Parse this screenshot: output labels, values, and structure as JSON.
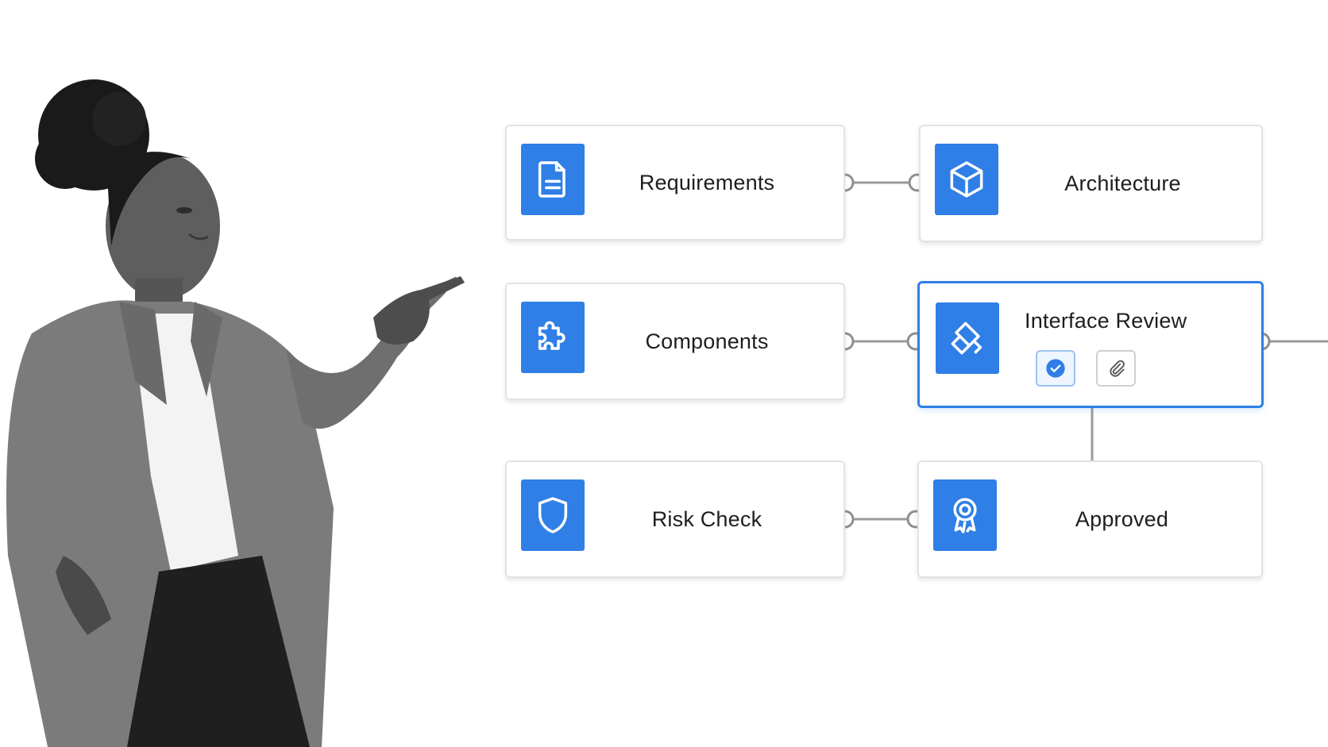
{
  "nodes": [
    {
      "id": "requirements",
      "label": "Requirements",
      "icon": "document-icon"
    },
    {
      "id": "architecture",
      "label": "Architecture",
      "icon": "cube-icon"
    },
    {
      "id": "components",
      "label": "Components",
      "icon": "puzzle-icon"
    },
    {
      "id": "interface-review",
      "label": "Interface Review",
      "icon": "layers-icon",
      "selected": true,
      "chips": [
        {
          "icon": "checkmark-circle-icon",
          "active": true
        },
        {
          "icon": "paperclip-icon",
          "active": false
        }
      ]
    },
    {
      "id": "risk-check",
      "label": "Risk Check",
      "icon": "shield-icon"
    },
    {
      "id": "approved",
      "label": "Approved",
      "icon": "award-badge-icon"
    }
  ],
  "edges": [
    {
      "from": "requirements",
      "to": "architecture"
    },
    {
      "from": "components",
      "to": "interface-review"
    },
    {
      "from": "risk-check",
      "to": "approved"
    },
    {
      "from": "interface-review",
      "to": "approved"
    },
    {
      "from": "interface-review",
      "to": "offscreen-right"
    }
  ],
  "colors": {
    "accent": "#2f7fe6",
    "selected_border": "#2f7fe6",
    "card_border": "#e3e3e3",
    "connector": "#9a9a9a",
    "text": "#1e1e1e"
  },
  "illustration": {
    "subject": "woman-pointing-illustration"
  }
}
